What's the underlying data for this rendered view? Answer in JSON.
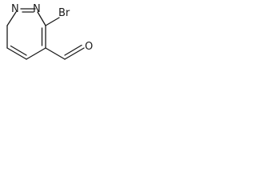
{
  "molecule": {
    "atoms": {
      "n1": "N",
      "n2": "N",
      "br": "Br",
      "o": "O"
    }
  }
}
